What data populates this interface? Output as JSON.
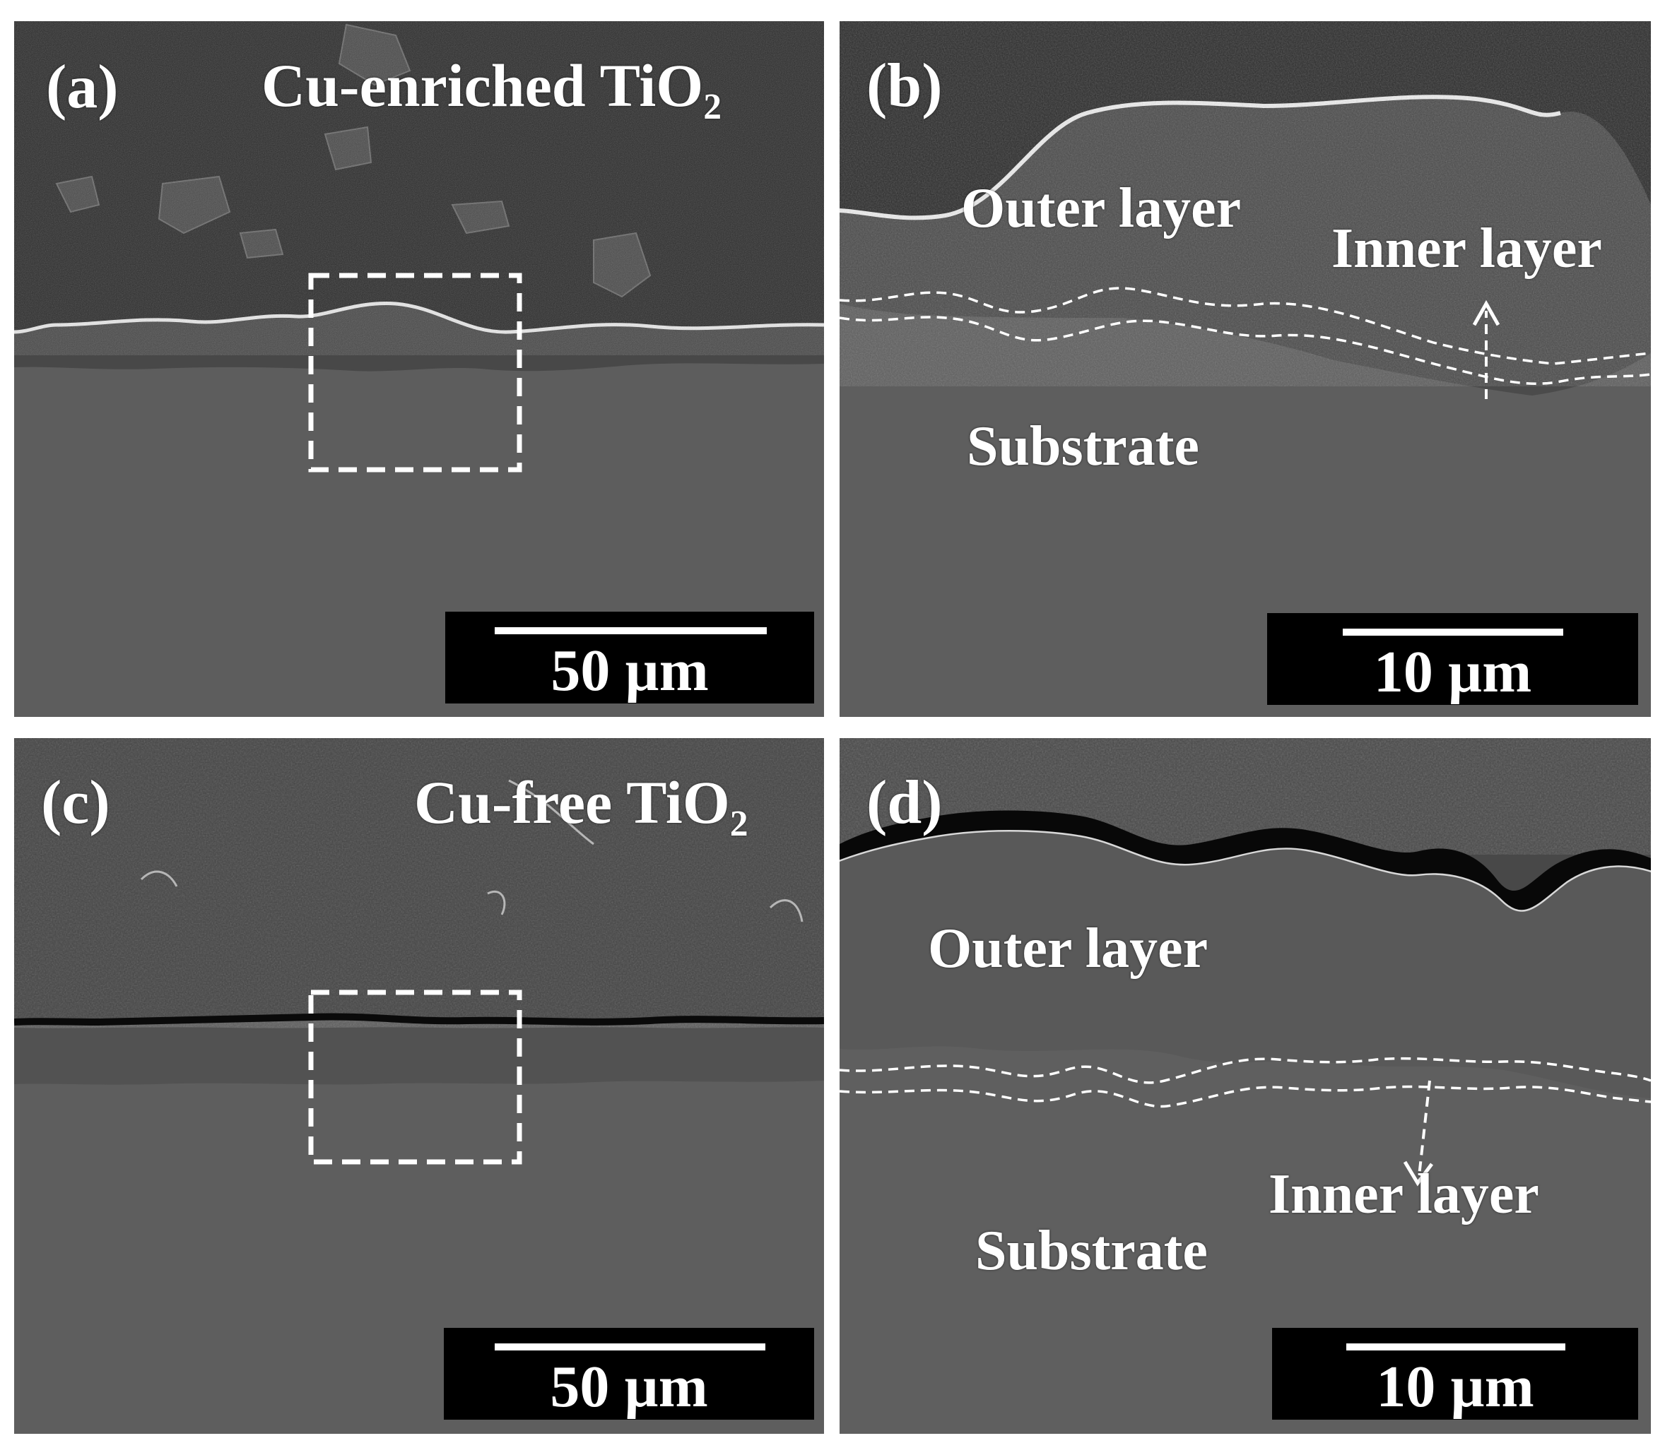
{
  "panels": {
    "a": {
      "letter": "(a)",
      "title_main": "Cu-enriched TiO",
      "title_sub": "2",
      "scale": "50 µm"
    },
    "b": {
      "letter": "(b)",
      "outer": "Outer layer",
      "inner": "Inner layer",
      "substrate": "Substrate",
      "scale": "10 µm"
    },
    "c": {
      "letter": "(c)",
      "title_main": "Cu-free TiO",
      "title_sub": "2",
      "scale": "50 µm"
    },
    "d": {
      "letter": "(d)",
      "outer": "Outer layer",
      "inner": "Inner layer",
      "substrate": "Substrate",
      "scale": "10 µm"
    }
  },
  "colors": {
    "substrate": "#5d5d5d",
    "oxide_dark": "#2e2e2e",
    "oxide_mid": "#4a4a4a",
    "annotation": "#ffffff",
    "scalebar_bg": "#000000"
  }
}
